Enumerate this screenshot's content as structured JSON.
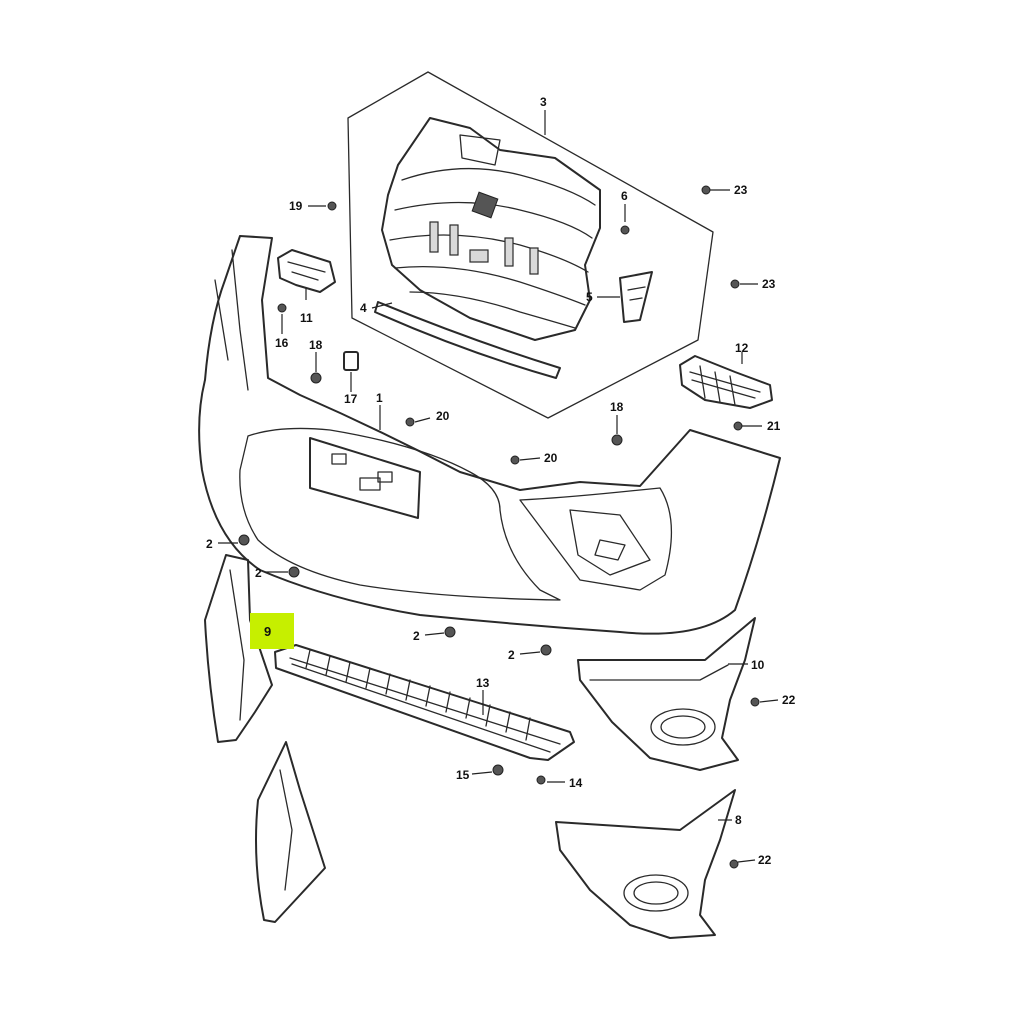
{
  "highlight": {
    "label": "9",
    "color": "#c6ef00"
  },
  "callouts": {
    "c1": "1",
    "c2a": "2",
    "c2b": "2",
    "c2c": "2",
    "c2d": "2",
    "c3": "3",
    "c4": "4",
    "c5": "5",
    "c6": "6",
    "c8": "8",
    "c10": "10",
    "c11": "11",
    "c12": "12",
    "c13": "13",
    "c14": "14",
    "c15": "15",
    "c16": "16",
    "c17": "17",
    "c18a": "18",
    "c18b": "18",
    "c19": "19",
    "c20a": "20",
    "c20b": "20",
    "c21": "21",
    "c22a": "22",
    "c22b": "22",
    "c23a": "23",
    "c23b": "23"
  }
}
